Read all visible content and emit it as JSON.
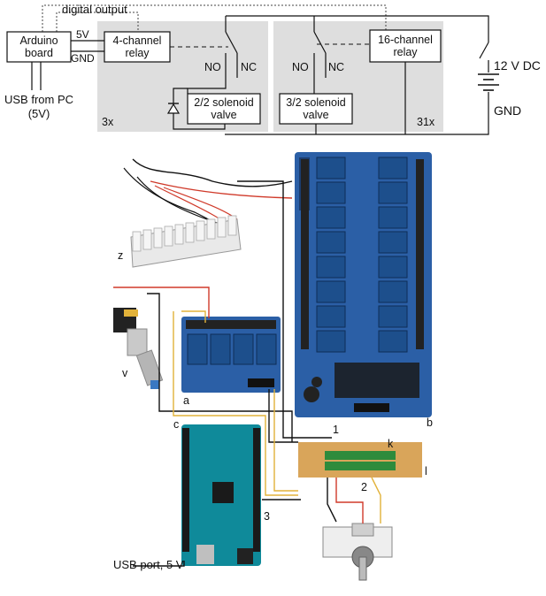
{
  "schematic": {
    "digital_output": "digital output",
    "arduino_board": [
      "Arduino",
      "board"
    ],
    "pin_5v": "5V",
    "pin_gnd": "GND",
    "usb_from_pc": [
      "USB from PC",
      "(5V)"
    ],
    "relay_4ch": [
      "4-channel",
      "relay"
    ],
    "relay_16ch": [
      "16-channel",
      "relay"
    ],
    "no_label": "NO",
    "nc_label": "NC",
    "valve_22": [
      "2/2 solenoid",
      "valve"
    ],
    "valve_32": [
      "3/2 solenoid",
      "valve"
    ],
    "mult_3x": "3x",
    "mult_31x": "31x",
    "supply_12v": "12 V DC",
    "supply_gnd": "GND"
  },
  "photo": {
    "label_z": "z",
    "label_v": "v",
    "label_a": "a",
    "label_b": "b",
    "label_c": "c",
    "label_k": "k",
    "label_l": "l",
    "label_1": "1",
    "label_2": "2",
    "label_3": "3",
    "usb_port": "USB port, 5 V"
  },
  "colors": {
    "panel_gray": "#dedede",
    "relay_blue": "#1d4f8c",
    "relay_board_blue": "#2b5fa6",
    "arduino_teal": "#0f8a9a",
    "wire_red": "#d03a2a",
    "wire_yellow": "#e2b23a",
    "wire_black": "#111111",
    "proto_board": "#d9a55a",
    "terminal_green": "#2e8b3c"
  }
}
